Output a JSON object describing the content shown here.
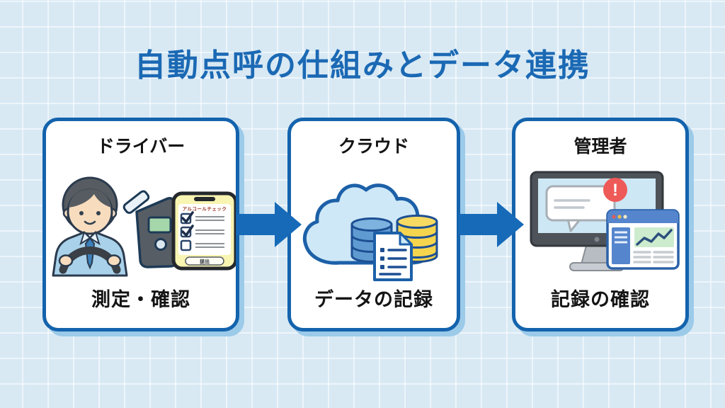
{
  "title": "自動点呼の仕組みとデータ連携",
  "cards": [
    {
      "header": "ドライバー",
      "caption": "測定・確認",
      "illustration": "driver-with-breathalyzer-and-smartphone",
      "phone": {
        "app_title": "アルコールチェック",
        "checklist": [
          "checked",
          "checked",
          "unchecked"
        ],
        "submit_label": "提出"
      }
    },
    {
      "header": "クラウド",
      "caption": "データの記録",
      "illustration": "cloud-with-databases-and-document"
    },
    {
      "header": "管理者",
      "caption": "記録の確認",
      "illustration": "monitor-with-alert-and-dashboard",
      "alert_glyph": "!"
    }
  ],
  "arrows": [
    "driver-to-cloud",
    "cloud-to-admin"
  ],
  "colors": {
    "background": "#d8e9f4",
    "title_blue": "#1b69b4",
    "card_border": "#1463ad",
    "card_shadow": "#9ccae9",
    "arrow_blue": "#176ab8",
    "alert_red": "#ee5a57",
    "database_blue": "#5f9bd0",
    "database_yellow": "#f5d44e",
    "cloud_fill": "#cee8f7",
    "screen_green": "#a5d7ab"
  }
}
